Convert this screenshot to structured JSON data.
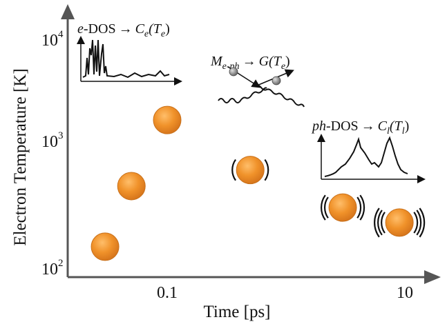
{
  "axes": {
    "ylabel": "Electron Temperature [K]",
    "xlabel": "Time [ps]",
    "y_ticks": [
      {
        "base": "10",
        "exp": "4"
      },
      {
        "base": "10",
        "exp": "3"
      },
      {
        "base": "10",
        "exp": "2"
      }
    ],
    "x_ticks": [
      "0.1",
      "10"
    ]
  },
  "insets": {
    "edos": {
      "prefix": "e",
      "rest": "-DOS",
      "arrow": "→",
      "func": "C",
      "sub": "e",
      "arg_open": "(T",
      "arg_sub": "e",
      "arg_close": ")"
    },
    "coupling": {
      "sym": "M",
      "sub": "e-ph",
      "arrow": "→",
      "func": "G",
      "arg_open": "(T",
      "arg_sub": "e",
      "arg_close": ")"
    },
    "phdos": {
      "prefix": "ph",
      "rest": "-DOS",
      "arrow": "→",
      "func": "C",
      "sub": "l",
      "arg_open": "(T",
      "arg_sub": "l",
      "arg_close": ")"
    }
  },
  "particles": [
    {
      "time_ps": 0.03,
      "temp_K": 125,
      "vibration_level": 0
    },
    {
      "time_ps": 0.05,
      "temp_K": 460,
      "vibration_level": 0
    },
    {
      "time_ps": 0.1,
      "temp_K": 1900,
      "vibration_level": 0
    },
    {
      "time_ps": 0.5,
      "temp_K": 650,
      "vibration_level": 1
    },
    {
      "time_ps": 3.0,
      "temp_K": 290,
      "vibration_level": 2
    },
    {
      "time_ps": 9.0,
      "temp_K": 210,
      "vibration_level": 3
    }
  ],
  "colors": {
    "particle": "#f0922a",
    "particle_highlight": "#ffc070",
    "particle_edge": "#c8701a",
    "axis": "#555555"
  }
}
